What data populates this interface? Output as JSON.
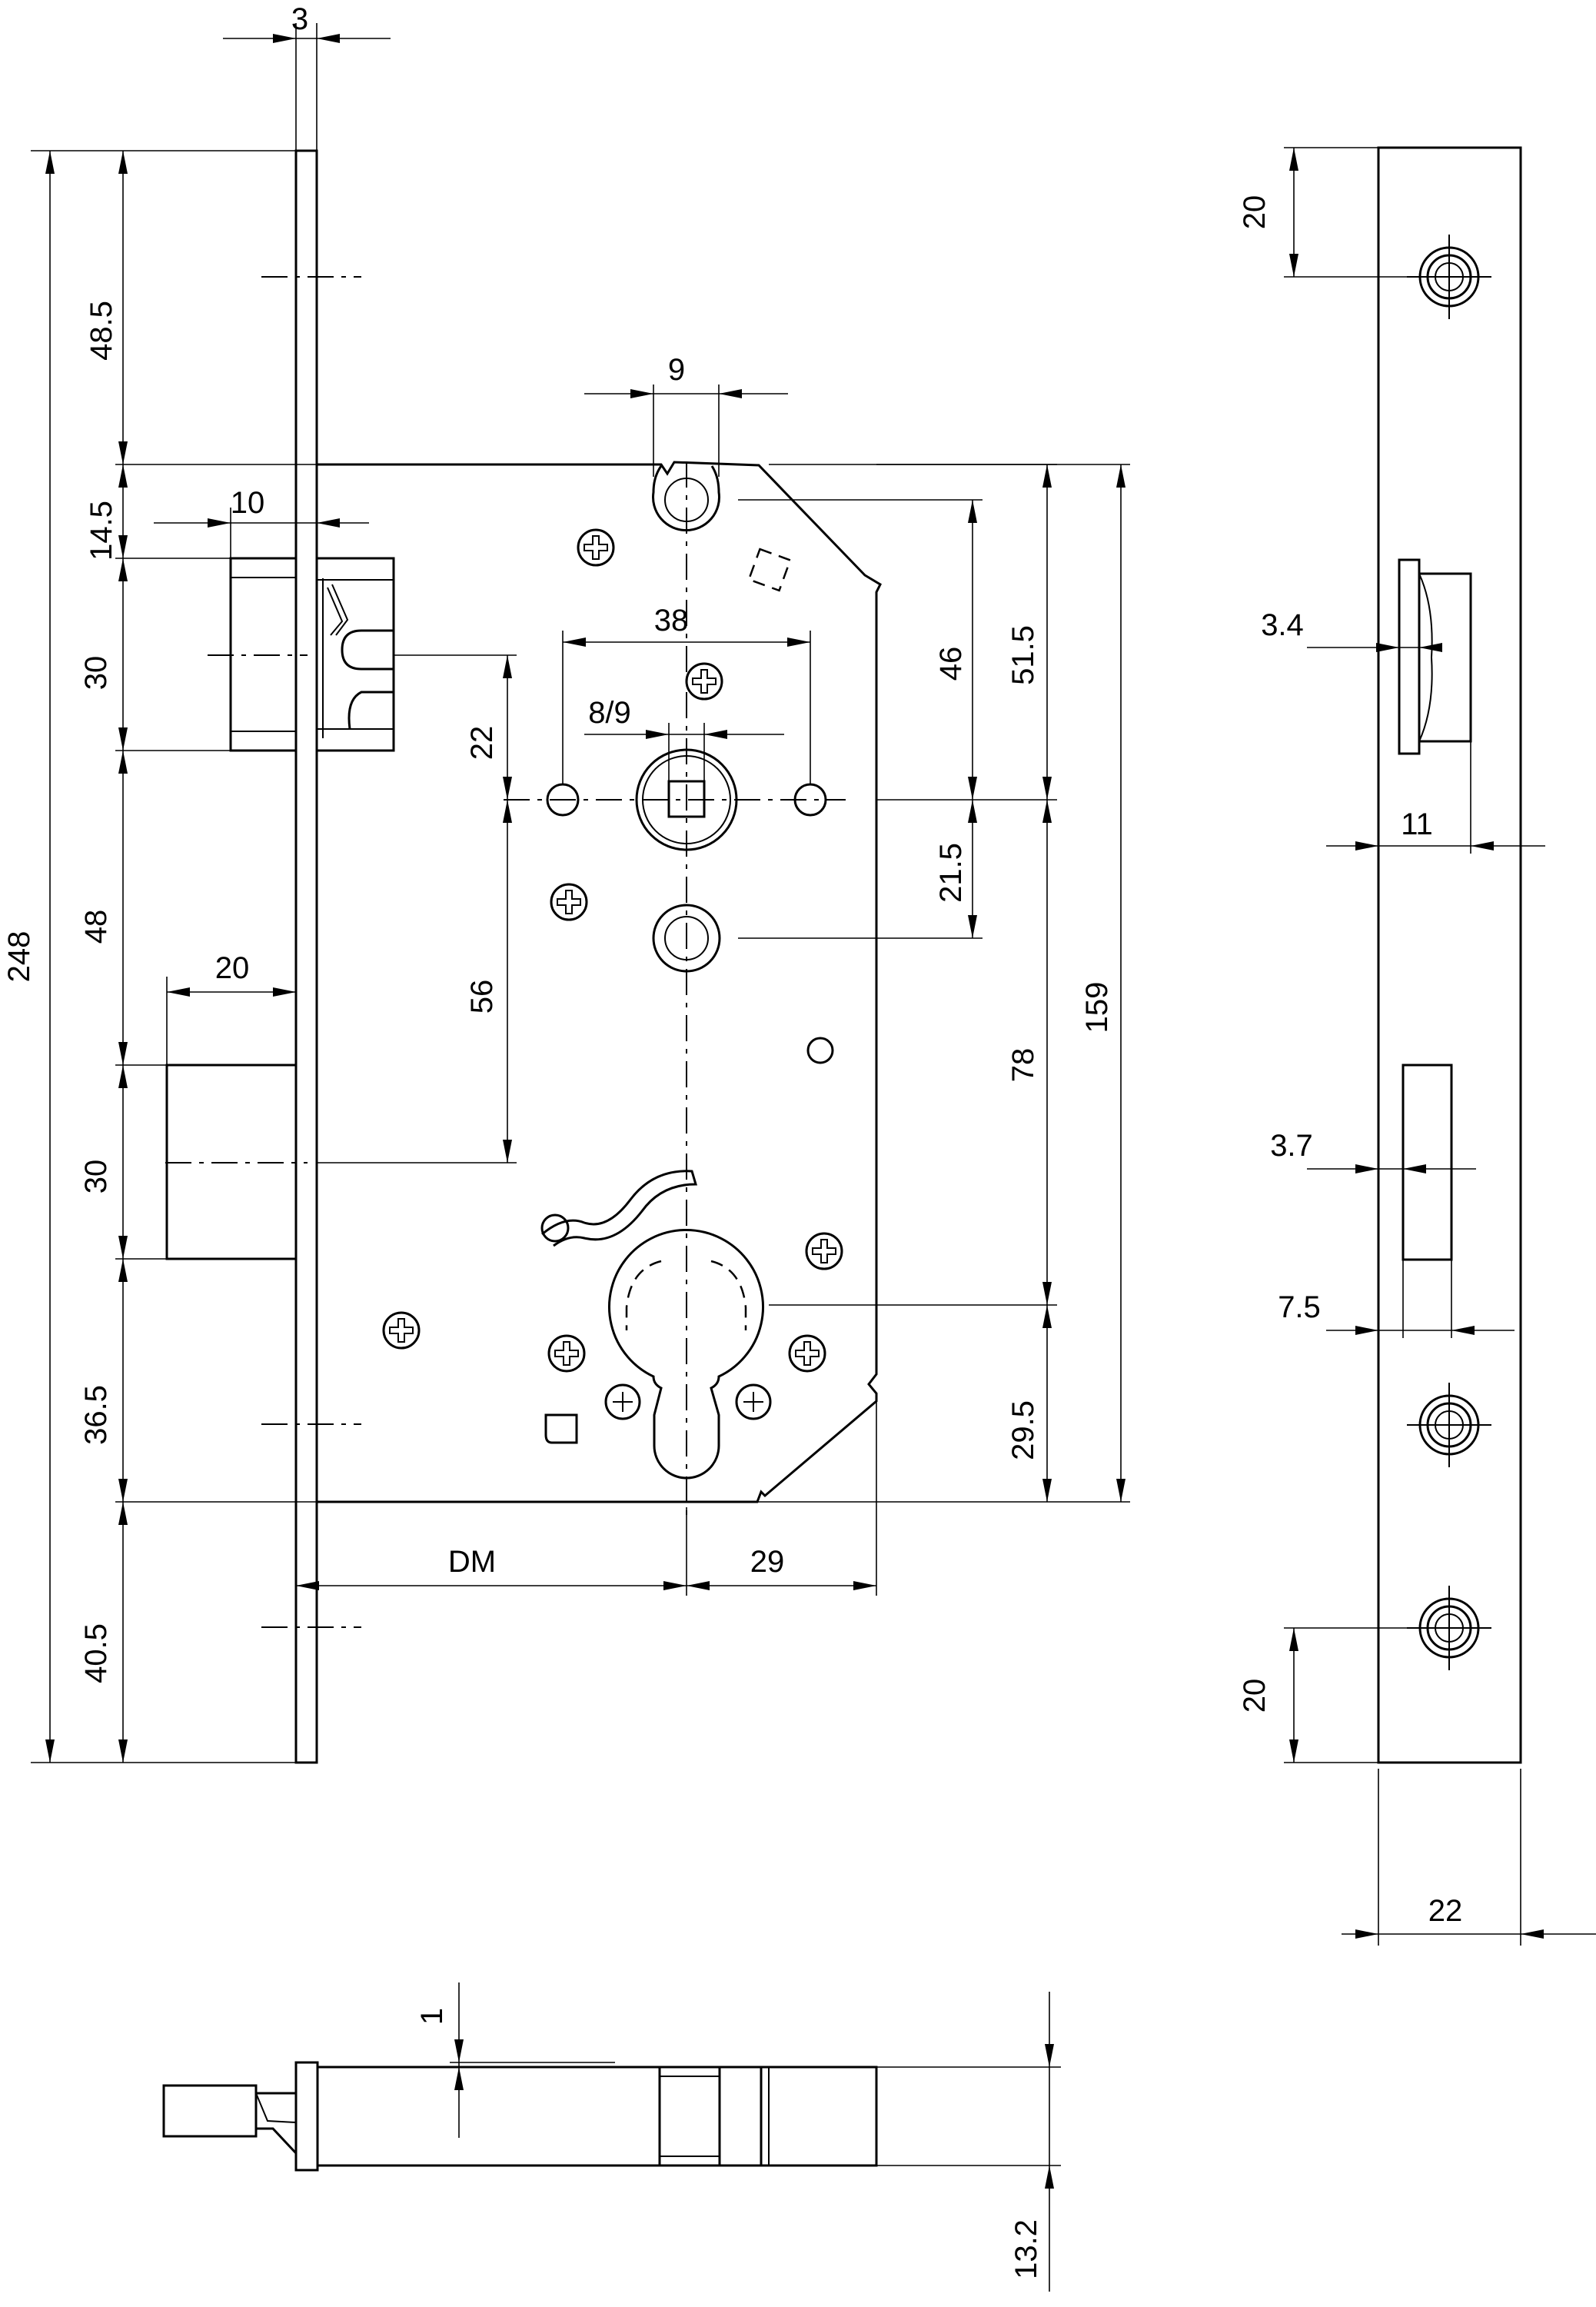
{
  "front_view": {
    "dim_faceplate_thickness": "3",
    "dim_total_height": "248",
    "dim_top_to_case": "48.5",
    "dim_case_to_latch": "14.5",
    "dim_latch_height": "30",
    "dim_latch_to_bolt": "48",
    "dim_bolt_height": "30",
    "dim_bolt_to_case_bottom": "36.5",
    "dim_case_bottom_to_end": "40.5",
    "dim_latch_throw": "10",
    "dim_bolt_throw": "20",
    "dim_cam_slot_width": "9",
    "dim_hole_spacing": "38",
    "dim_spindle_square": "8/9",
    "dim_latch_to_spindle": "22",
    "dim_spindle_to_bolt": "56",
    "dim_top_to_spindle": "46",
    "dim_top_to_spindle_outer": "51.5",
    "dim_spindle_to_lower_hole": "21.5",
    "dim_spindle_to_cylinder": "78",
    "dim_case_height": "159",
    "dim_cylinder_to_bottom": "29.5",
    "dim_backset_label": "DM",
    "dim_cylinder_to_back": "29"
  },
  "side_view": {
    "dim_top_screw": "20",
    "dim_bottom_screw": "20",
    "dim_latch_protrusion": "3.4",
    "dim_latch_width": "11",
    "dim_bolt_protrusion": "3.7",
    "dim_bolt_width": "7.5",
    "dim_faceplate_width": "22"
  },
  "bottom_view": {
    "dim_plate_offset": "1",
    "dim_case_thickness": "13.2"
  }
}
